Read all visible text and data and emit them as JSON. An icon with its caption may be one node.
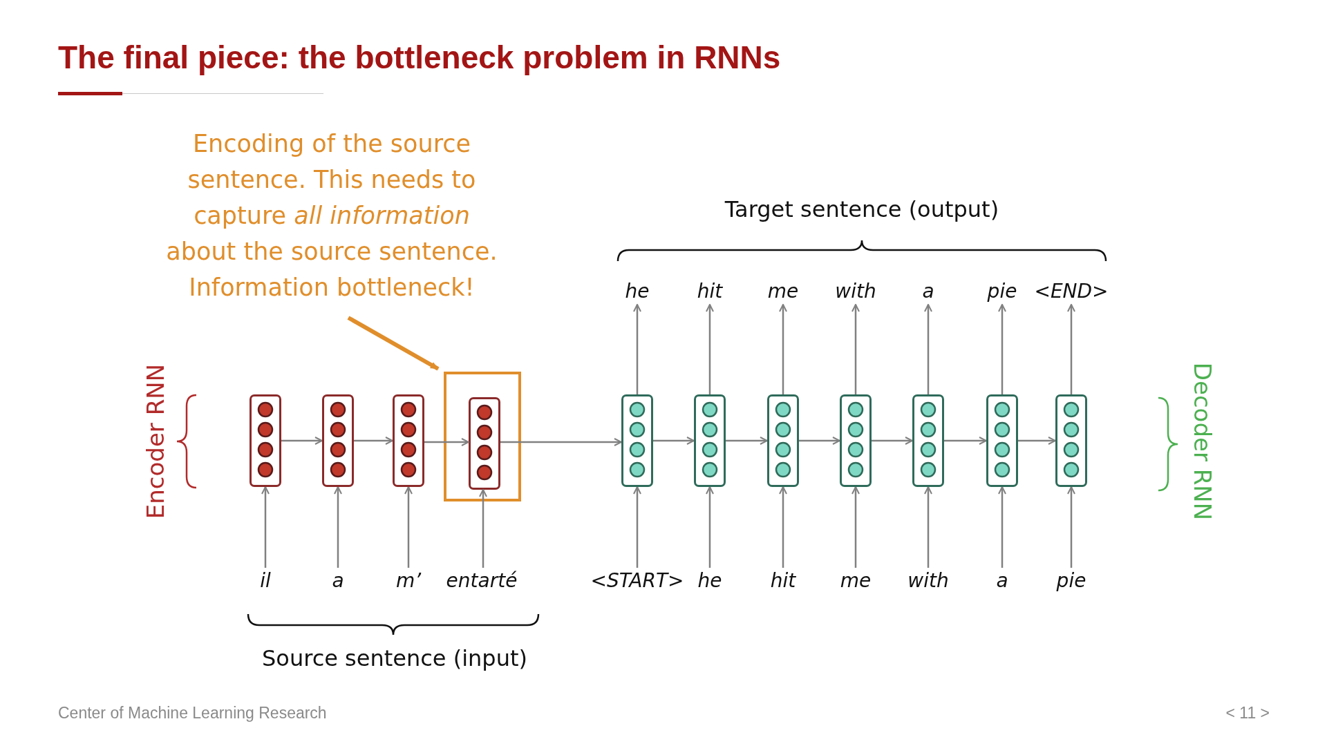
{
  "diagram": {
    "title": "The final piece: the bottleneck problem in RNNs",
    "nodes": [
      {
        "text": [
          "Encoding of the source sentence. This needs to capture *all information* about the source sentence. Information bottleneck!"
        ]
      },
      {
        "text": [],
        "shape": "box"
      },
      {
        "text": [
          "he"
        ]
      },
      {
        "text": [
          "hit"
        ]
      },
      {
        "text": [
          "me"
        ]
      },
      {
        "text": [
          "with"
        ]
      },
      {
        "text": [
          "a"
        ]
      },
      {
        "text": [
          "pie"
        ]
      },
      {
        "text": [
          "<END>"
        ]
      },
      {
        "text": [],
        "shape": "box"
      },
      {
        "text": [],
        "shape": "box"
      },
      {
        "text": [],
        "shape": "box"
      },
      {
        "text": [],
        "shape": "box",
        "in": 1
      },
      {
        "text": [],
        "shape": "box"
      },
      {
        "text": [],
        "shape": "box"
      },
      {
        "text": [],
        "shape": "box"
      },
      {
        "text": [],
        "shape": "box"
      },
      {
        "text": [],
        "shape": "box"
      },
      {
        "text": [],
        "shape": "box"
      },
      {
        "text": [],
        "shape": "box"
      },
      {
        "text": [
          "il"
        ]
      },
      {
        "text": [
          "a"
        ]
      },
      {
        "text": [
          "m’"
        ]
      },
      {
        "text": [
          "entarté"
        ]
      },
      {
        "text": [
          "<START>"
        ]
      },
      {
        "text": [
          "he"
        ]
      },
      {
        "text": [
          "hit"
        ]
      },
      {
        "text": [
          "me"
        ]
      },
      {
        "text": [
          "with"
        ]
      },
      {
        "text": [
          "a"
        ]
      },
      {
        "text": [
          "pie"
        ]
      }
    ],
    "edges": [
      {
        "from": 0,
        "to": 1,
        "arrow": "to",
        "style": "thick",
        "color": "#e08e2b"
      },
      {
        "from": 9,
        "to": 10,
        "arrow": "to"
      },
      {
        "from": 10,
        "to": 11,
        "arrow": "to"
      },
      {
        "from": 11,
        "to": 12,
        "arrow": "to"
      },
      {
        "from": 12,
        "to": 13,
        "arrow": "to"
      },
      {
        "from": 13,
        "to": 14,
        "arrow": "to"
      },
      {
        "from": 14,
        "to": 15,
        "arrow": "to"
      },
      {
        "from": 15,
        "to": 16,
        "arrow": "to"
      },
      {
        "from": 16,
        "to": 17,
        "arrow": "to"
      },
      {
        "from": 17,
        "to": 18,
        "arrow": "to"
      },
      {
        "from": 18,
        "to": 19,
        "arrow": "to"
      },
      {
        "from": 20,
        "to": 9,
        "arrow": "to"
      },
      {
        "from": 21,
        "to": 10,
        "arrow": "to"
      },
      {
        "from": 22,
        "to": 11,
        "arrow": "to"
      },
      {
        "from": 23,
        "to": 12,
        "arrow": "to"
      },
      {
        "from": 24,
        "to": 13,
        "arrow": "to"
      },
      {
        "from": 25,
        "to": 14,
        "arrow": "to"
      },
      {
        "from": 26,
        "to": 15,
        "arrow": "to"
      },
      {
        "from": 27,
        "to": 16,
        "arrow": "to"
      },
      {
        "from": 28,
        "to": 17,
        "arrow": "to"
      },
      {
        "from": 29,
        "to": 18,
        "arrow": "to"
      },
      {
        "from": 30,
        "to": 19,
        "arrow": "to"
      },
      {
        "from": 13,
        "to": 2,
        "arrow": "to"
      },
      {
        "from": 14,
        "to": 3,
        "arrow": "to"
      },
      {
        "from": 15,
        "to": 4,
        "arrow": "to"
      },
      {
        "from": 16,
        "to": 5,
        "arrow": "to"
      },
      {
        "from": 17,
        "to": 6,
        "arrow": "to"
      },
      {
        "from": 18,
        "to": 7,
        "arrow": "to"
      },
      {
        "from": 19,
        "to": 8,
        "arrow": "to"
      }
    ],
    "labels": [
      "Target sentence (output)",
      "Encoder RNN",
      "Decoder RNN",
      "Source sentence (input)",
      "Center of Machine Learning Research",
      "< 11 >"
    ]
  }
}
